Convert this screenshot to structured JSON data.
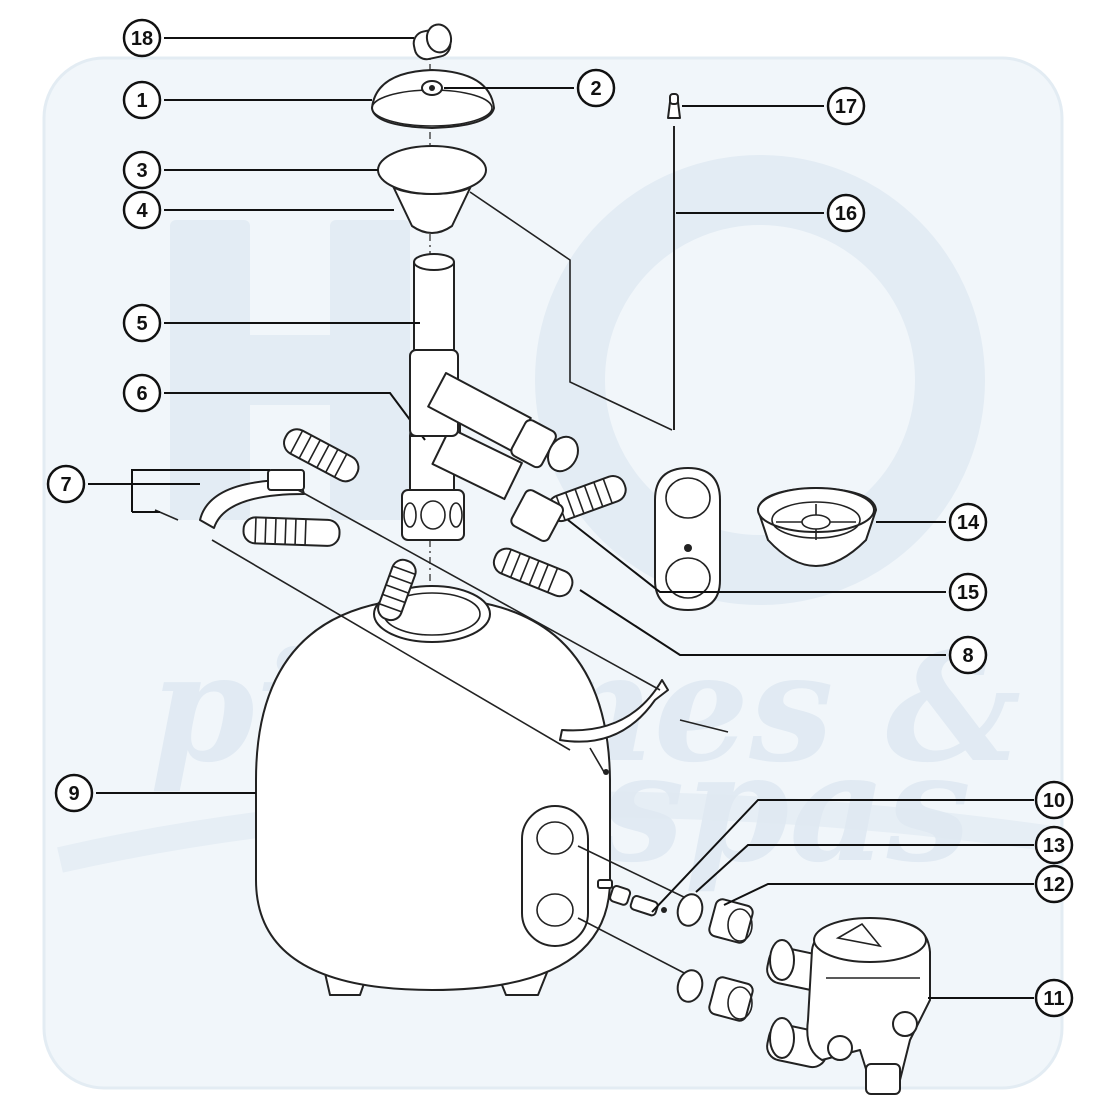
{
  "watermark": {
    "text_line1": "piscines &",
    "text_line2": "spas",
    "color": "#dbe7f1"
  },
  "callouts": [
    {
      "label": "18",
      "part": "drain-cap"
    },
    {
      "label": "1",
      "part": "tank-lid"
    },
    {
      "label": "2",
      "part": "air-release-valve"
    },
    {
      "label": "3",
      "part": "o-ring-seal"
    },
    {
      "label": "4",
      "part": "diffuser-funnel"
    },
    {
      "label": "5",
      "part": "center-pipe"
    },
    {
      "label": "6",
      "part": "lateral-manifold"
    },
    {
      "label": "7",
      "part": "tank-clamp-band"
    },
    {
      "label": "8",
      "part": "lateral-arm"
    },
    {
      "label": "9",
      "part": "filter-tank"
    },
    {
      "label": "10",
      "part": "drain-plug"
    },
    {
      "label": "11",
      "part": "multiport-valve"
    },
    {
      "label": "12",
      "part": "union-nut"
    },
    {
      "label": "13",
      "part": "union-o-ring"
    },
    {
      "label": "14",
      "part": "strainer-basket"
    },
    {
      "label": "15",
      "part": "union-bracket"
    },
    {
      "label": "16",
      "part": "air-vent-tube"
    },
    {
      "label": "17",
      "part": "vent-tube-fitting"
    }
  ]
}
